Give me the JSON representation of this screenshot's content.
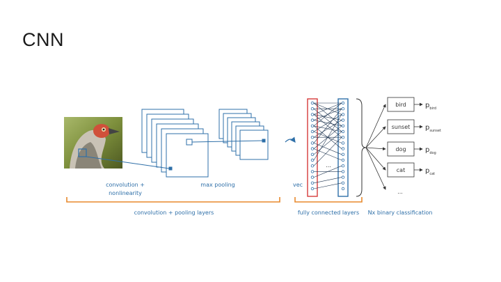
{
  "slide": {
    "title": "CNN"
  },
  "diagram": {
    "labels": {
      "conv_nonlinearity_line1": "convolution +",
      "conv_nonlinearity_line2": "nonlinearity",
      "max_pooling": "max pooling",
      "conv_pooling_layers": "convolution + pooling layers",
      "vec": "vec",
      "fully_connected": "fully connected layers",
      "nx_binary": "Nx binary classification",
      "ellipsis_hidden": "...",
      "ellipsis_classes": "..."
    },
    "classes": [
      {
        "name": "bird",
        "prob": "p",
        "sub": "bird"
      },
      {
        "name": "sunset",
        "prob": "p",
        "sub": "sunset"
      },
      {
        "name": "dog",
        "prob": "p",
        "sub": "dog"
      },
      {
        "name": "cat",
        "prob": "p",
        "sub": "cat"
      }
    ],
    "colors": {
      "blue": "#2e6fa8",
      "orange": "#e8892c",
      "red": "#d63a3a",
      "dark": "#1a1a1a"
    }
  }
}
